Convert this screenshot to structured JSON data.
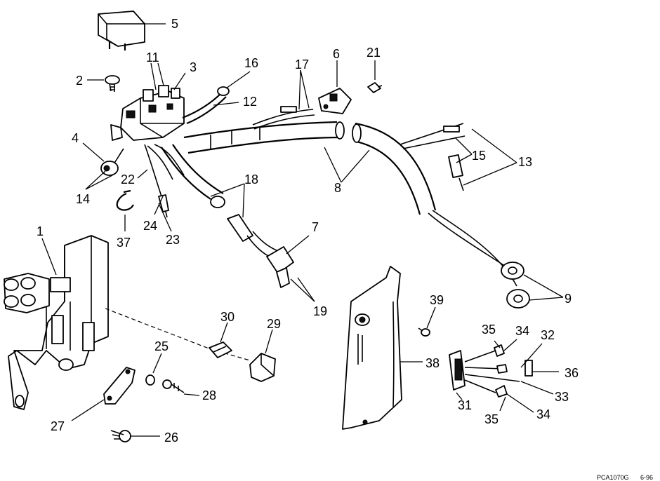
{
  "callouts": [
    "5",
    "2",
    "11",
    "3",
    "16",
    "17",
    "6",
    "21",
    "12",
    "4",
    "14",
    "22",
    "24",
    "23",
    "37",
    "18",
    "8",
    "15",
    "13",
    "1",
    "7",
    "19",
    "9",
    "39",
    "30",
    "29",
    "25",
    "28",
    "27",
    "26",
    "38",
    "35",
    "34",
    "32",
    "36",
    "31",
    "33",
    "34",
    "35"
  ],
  "drawing_code": "PCA1070G",
  "drawing_date": "6-96"
}
